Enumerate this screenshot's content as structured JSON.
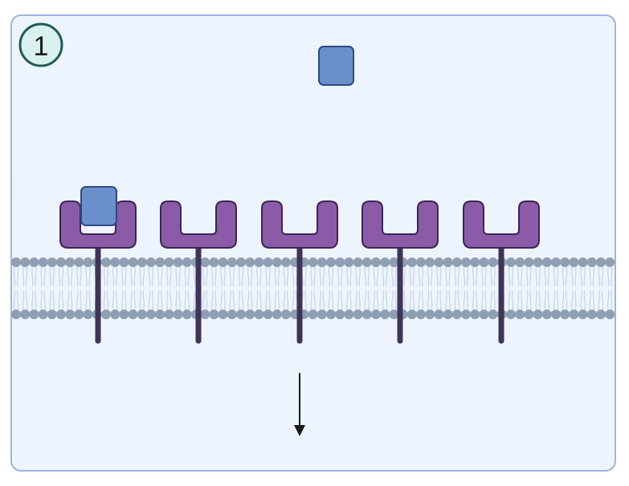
{
  "panel": {
    "step_number": "1",
    "colors": {
      "panel_fill": "#eef4fd",
      "panel_border": "#9fb4dc",
      "badge_fill": "#d8f1ee",
      "badge_border": "#1f5a54"
    }
  },
  "membrane": {
    "colors": {
      "head": "#8f9fb3",
      "tail": "#b9cde6"
    }
  },
  "receptors": {
    "count": 5,
    "bound_index": 0,
    "colors": {
      "fill": "#8b5ba8",
      "stroke": "#3b2456",
      "stalk": "#3f3458"
    }
  },
  "ligands": {
    "items": [
      {
        "id": "free-ligand",
        "state": "free"
      },
      {
        "id": "bound-ligand",
        "state": "bound"
      }
    ],
    "colors": {
      "fill": "#6a8fcb",
      "stroke": "#2c4a82"
    }
  },
  "signal_arrow": {
    "direction": "down",
    "color": "#1a1a1a"
  }
}
